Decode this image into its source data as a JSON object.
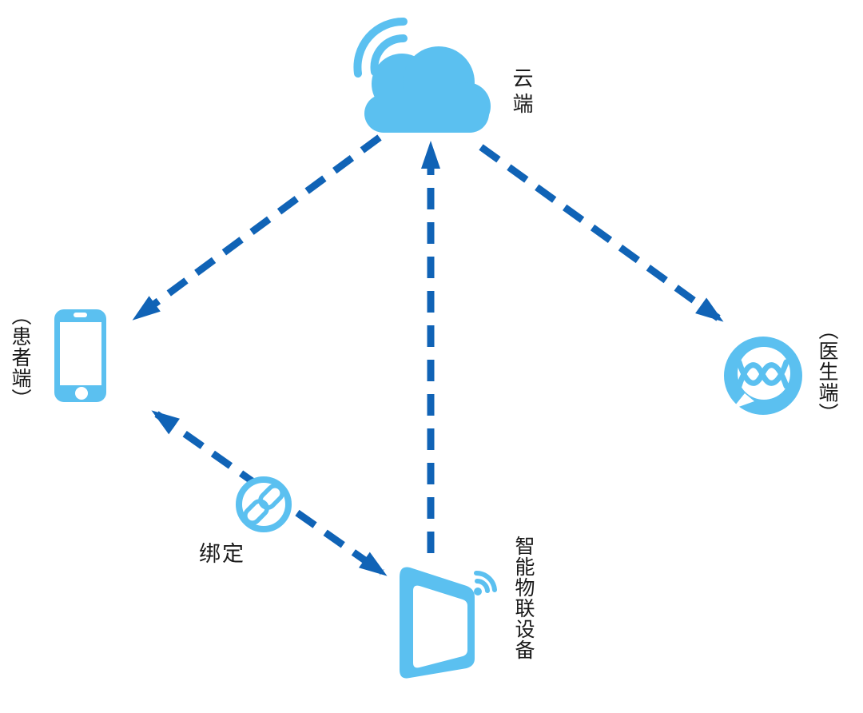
{
  "diagram": {
    "background": "#FFFFFF",
    "colors": {
      "icon_blue": "#5BC0F0",
      "arrow_blue": "#1063B6",
      "label_text": "#1A1A1A"
    },
    "nodes": {
      "cloud": {
        "label": "云端",
        "icon": "cloud-wifi-icon"
      },
      "patient": {
        "label": "（患者端）",
        "icon": "smartphone-icon"
      },
      "doctor": {
        "label": "（医生端）",
        "icon": "chat-bubble-dna-icon"
      },
      "device": {
        "label": "智能物联设备",
        "icon": "smart-device-wifi-icon"
      },
      "binding": {
        "label": "绑定",
        "icon": "chain-link-icon"
      }
    },
    "edges": [
      {
        "from": "cloud",
        "to": "patient",
        "line": "dashed",
        "arrowheads": "single",
        "direction": "cloud→patient"
      },
      {
        "from": "device",
        "to": "cloud",
        "line": "dashed",
        "arrowheads": "single",
        "direction": "device→cloud"
      },
      {
        "from": "cloud",
        "to": "doctor",
        "line": "dashed",
        "arrowheads": "single",
        "direction": "cloud→doctor"
      },
      {
        "from": "patient",
        "to": "device",
        "line": "dashed",
        "arrowheads": "double",
        "via": "binding"
      }
    ]
  }
}
